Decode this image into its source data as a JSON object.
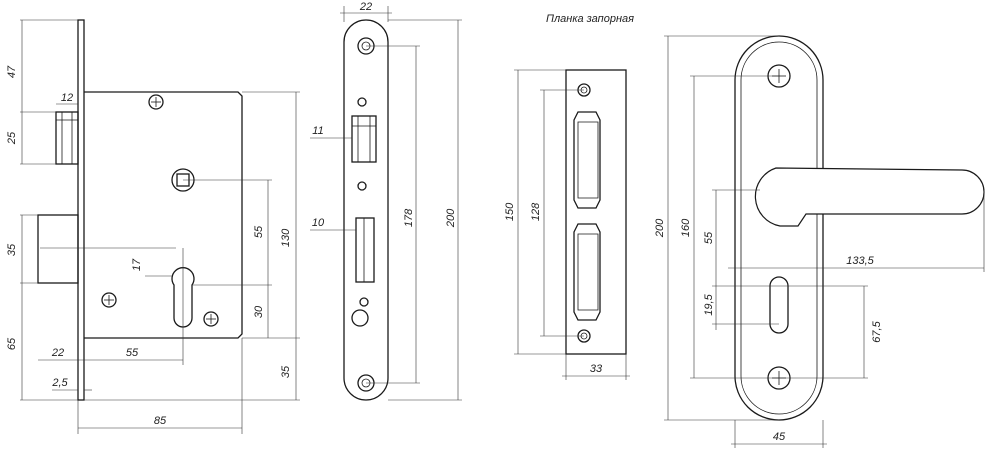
{
  "strike_plate_title": "Планка запорная",
  "dims": {
    "lock_body": {
      "d47": "47",
      "d12": "12",
      "d25": "25",
      "d35": "35",
      "d65": "65",
      "d17": "17",
      "d22": "22",
      "d55b": "55",
      "d2_5": "2,5",
      "d85": "85",
      "d55r": "55",
      "d130": "130",
      "d30": "30",
      "d35r": "35"
    },
    "faceplate": {
      "d22": "22",
      "d11": "11",
      "d10": "10",
      "d178": "178",
      "d200": "200"
    },
    "strike": {
      "d150": "150",
      "d128": "128",
      "d33": "33"
    },
    "handle": {
      "d200": "200",
      "d160": "160",
      "d55": "55",
      "d133_5": "133,5",
      "d19_5": "19,5",
      "d67_5": "67,5",
      "d45": "45"
    }
  }
}
